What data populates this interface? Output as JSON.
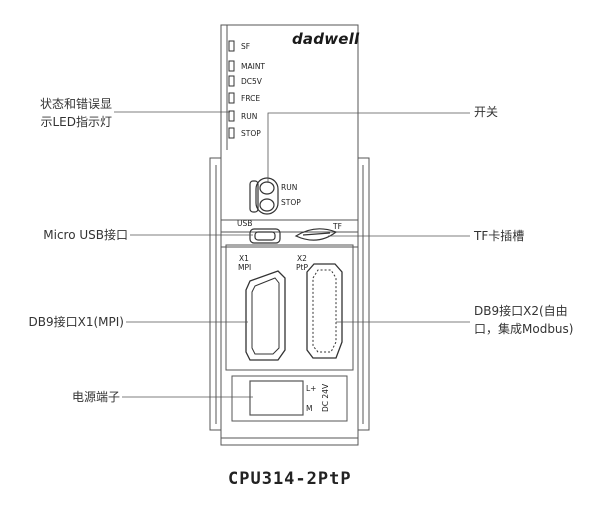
{
  "brand": "dadwell",
  "model": "CPU314-2PtP",
  "leds": [
    "SF",
    "MAINT",
    "DC5V",
    "FRCE",
    "RUN",
    "STOP"
  ],
  "switch_labels": {
    "run": "RUN",
    "stop": "STOP"
  },
  "port_labels": {
    "usb": "USB",
    "tf": "TF",
    "x1_line1": "X1",
    "x1_line2": "MPI",
    "x2_line1": "X2",
    "x2_line2": "PtP",
    "terminal_l": "L+",
    "terminal_m": "M",
    "terminal_dc": "DC 24V"
  },
  "callouts": {
    "led": {
      "line1": "状态和错误显",
      "line2": "示LED指示灯"
    },
    "switch": "开关",
    "micro_usb": "Micro USB接口",
    "tf": "TF卡插槽",
    "db9_x1": "DB9接口X1(MPI)",
    "db9_x2": {
      "line1": "DB9接口X2(自由",
      "line2": "口，集成Modbus)"
    },
    "power": "电源端子"
  }
}
